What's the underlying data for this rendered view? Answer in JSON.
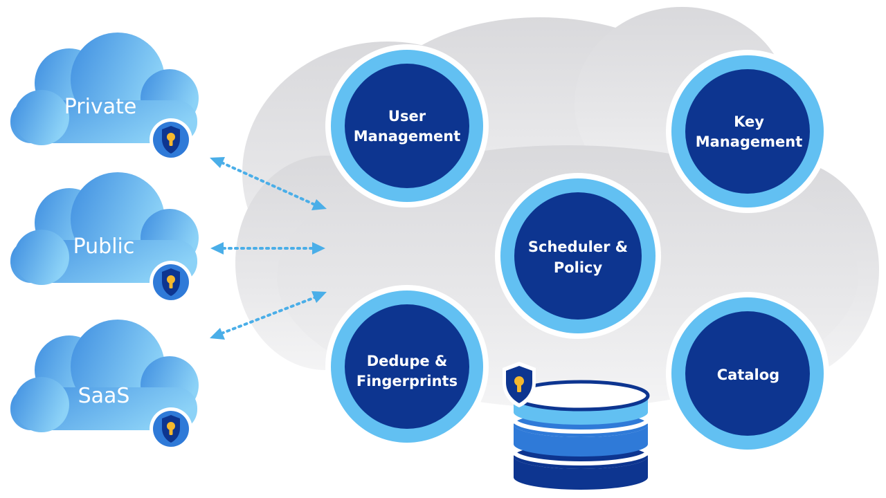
{
  "clouds": [
    {
      "label": "Private"
    },
    {
      "label": "Public"
    },
    {
      "label": "SaaS"
    }
  ],
  "nodes": {
    "user_management": {
      "line1": "User",
      "line2": "Management"
    },
    "key_management": {
      "line1": "Key",
      "line2": "Management"
    },
    "scheduler_policy": {
      "line1": "Scheduler &",
      "line2": "Policy"
    },
    "dedupe_fingerprints": {
      "line1": "Dedupe &",
      "line2": "Fingerprints"
    },
    "catalog": {
      "line1": "Catalog"
    }
  },
  "icons": {
    "cloud_lock": "lock-shield-icon",
    "database_lock": "lock-shield-icon",
    "database": "database-icon"
  },
  "colors": {
    "node_fill": "#0d3590",
    "node_ring": "#62c0f2",
    "cloud_light": "#8cd2f7",
    "cloud_dark": "#3f8ee0",
    "central_cloud": "#e4e4e6",
    "arrow": "#4aaee8",
    "lock_key": "#f5b82e"
  }
}
